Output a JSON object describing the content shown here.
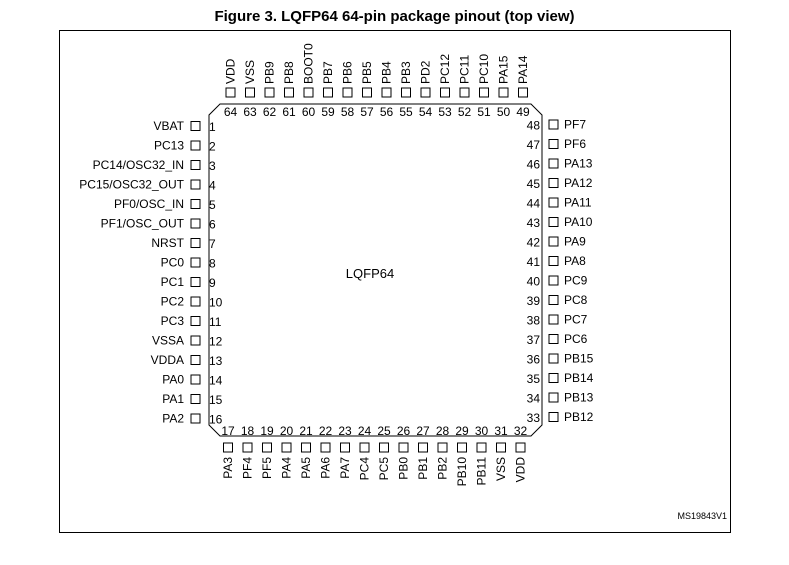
{
  "figure": {
    "title": "Figure 3. LQFP64 64-pin package pinout (top view)",
    "package_label": "LQFP64",
    "reference": "MS19843V1"
  },
  "pins": {
    "left": [
      {
        "num": "1",
        "name": "VBAT"
      },
      {
        "num": "2",
        "name": "PC13"
      },
      {
        "num": "3",
        "name": "PC14/OSC32_IN"
      },
      {
        "num": "4",
        "name": "PC15/OSC32_OUT"
      },
      {
        "num": "5",
        "name": "PF0/OSC_IN"
      },
      {
        "num": "6",
        "name": "PF1/OSC_OUT"
      },
      {
        "num": "7",
        "name": "NRST"
      },
      {
        "num": "8",
        "name": "PC0"
      },
      {
        "num": "9",
        "name": "PC1"
      },
      {
        "num": "10",
        "name": "PC2"
      },
      {
        "num": "11",
        "name": "PC3"
      },
      {
        "num": "12",
        "name": "VSSA"
      },
      {
        "num": "13",
        "name": "VDDA"
      },
      {
        "num": "14",
        "name": "PA0"
      },
      {
        "num": "15",
        "name": "PA1"
      },
      {
        "num": "16",
        "name": "PA2"
      }
    ],
    "bottom": [
      {
        "num": "17",
        "name": "PA3"
      },
      {
        "num": "18",
        "name": "PF4"
      },
      {
        "num": "19",
        "name": "PF5"
      },
      {
        "num": "20",
        "name": "PA4"
      },
      {
        "num": "21",
        "name": "PA5"
      },
      {
        "num": "22",
        "name": "PA6"
      },
      {
        "num": "23",
        "name": "PA7"
      },
      {
        "num": "24",
        "name": "PC4"
      },
      {
        "num": "25",
        "name": "PC5"
      },
      {
        "num": "26",
        "name": "PB0"
      },
      {
        "num": "27",
        "name": "PB1"
      },
      {
        "num": "28",
        "name": "PB2"
      },
      {
        "num": "29",
        "name": "PB10"
      },
      {
        "num": "30",
        "name": "PB11"
      },
      {
        "num": "31",
        "name": "VSS"
      },
      {
        "num": "32",
        "name": "VDD"
      }
    ],
    "right": [
      {
        "num": "33",
        "name": "PB12"
      },
      {
        "num": "34",
        "name": "PB13"
      },
      {
        "num": "35",
        "name": "PB14"
      },
      {
        "num": "36",
        "name": "PB15"
      },
      {
        "num": "37",
        "name": "PC6"
      },
      {
        "num": "38",
        "name": "PC7"
      },
      {
        "num": "39",
        "name": "PC8"
      },
      {
        "num": "40",
        "name": "PC9"
      },
      {
        "num": "41",
        "name": "PA8"
      },
      {
        "num": "42",
        "name": "PA9"
      },
      {
        "num": "43",
        "name": "PA10"
      },
      {
        "num": "44",
        "name": "PA11"
      },
      {
        "num": "45",
        "name": "PA12"
      },
      {
        "num": "46",
        "name": "PA13"
      },
      {
        "num": "47",
        "name": "PF6"
      },
      {
        "num": "48",
        "name": "PF7"
      }
    ],
    "top": [
      {
        "num": "49",
        "name": "PA14"
      },
      {
        "num": "50",
        "name": "PA15"
      },
      {
        "num": "51",
        "name": "PC10"
      },
      {
        "num": "52",
        "name": "PC11"
      },
      {
        "num": "53",
        "name": "PC12"
      },
      {
        "num": "54",
        "name": "PD2"
      },
      {
        "num": "55",
        "name": "PB3"
      },
      {
        "num": "56",
        "name": "PB4"
      },
      {
        "num": "57",
        "name": "PB5"
      },
      {
        "num": "58",
        "name": "PB6"
      },
      {
        "num": "59",
        "name": "PB7"
      },
      {
        "num": "60",
        "name": "BOOT0"
      },
      {
        "num": "61",
        "name": "PB8"
      },
      {
        "num": "62",
        "name": "PB9"
      },
      {
        "num": "63",
        "name": "VSS"
      },
      {
        "num": "64",
        "name": "VDD"
      }
    ]
  }
}
